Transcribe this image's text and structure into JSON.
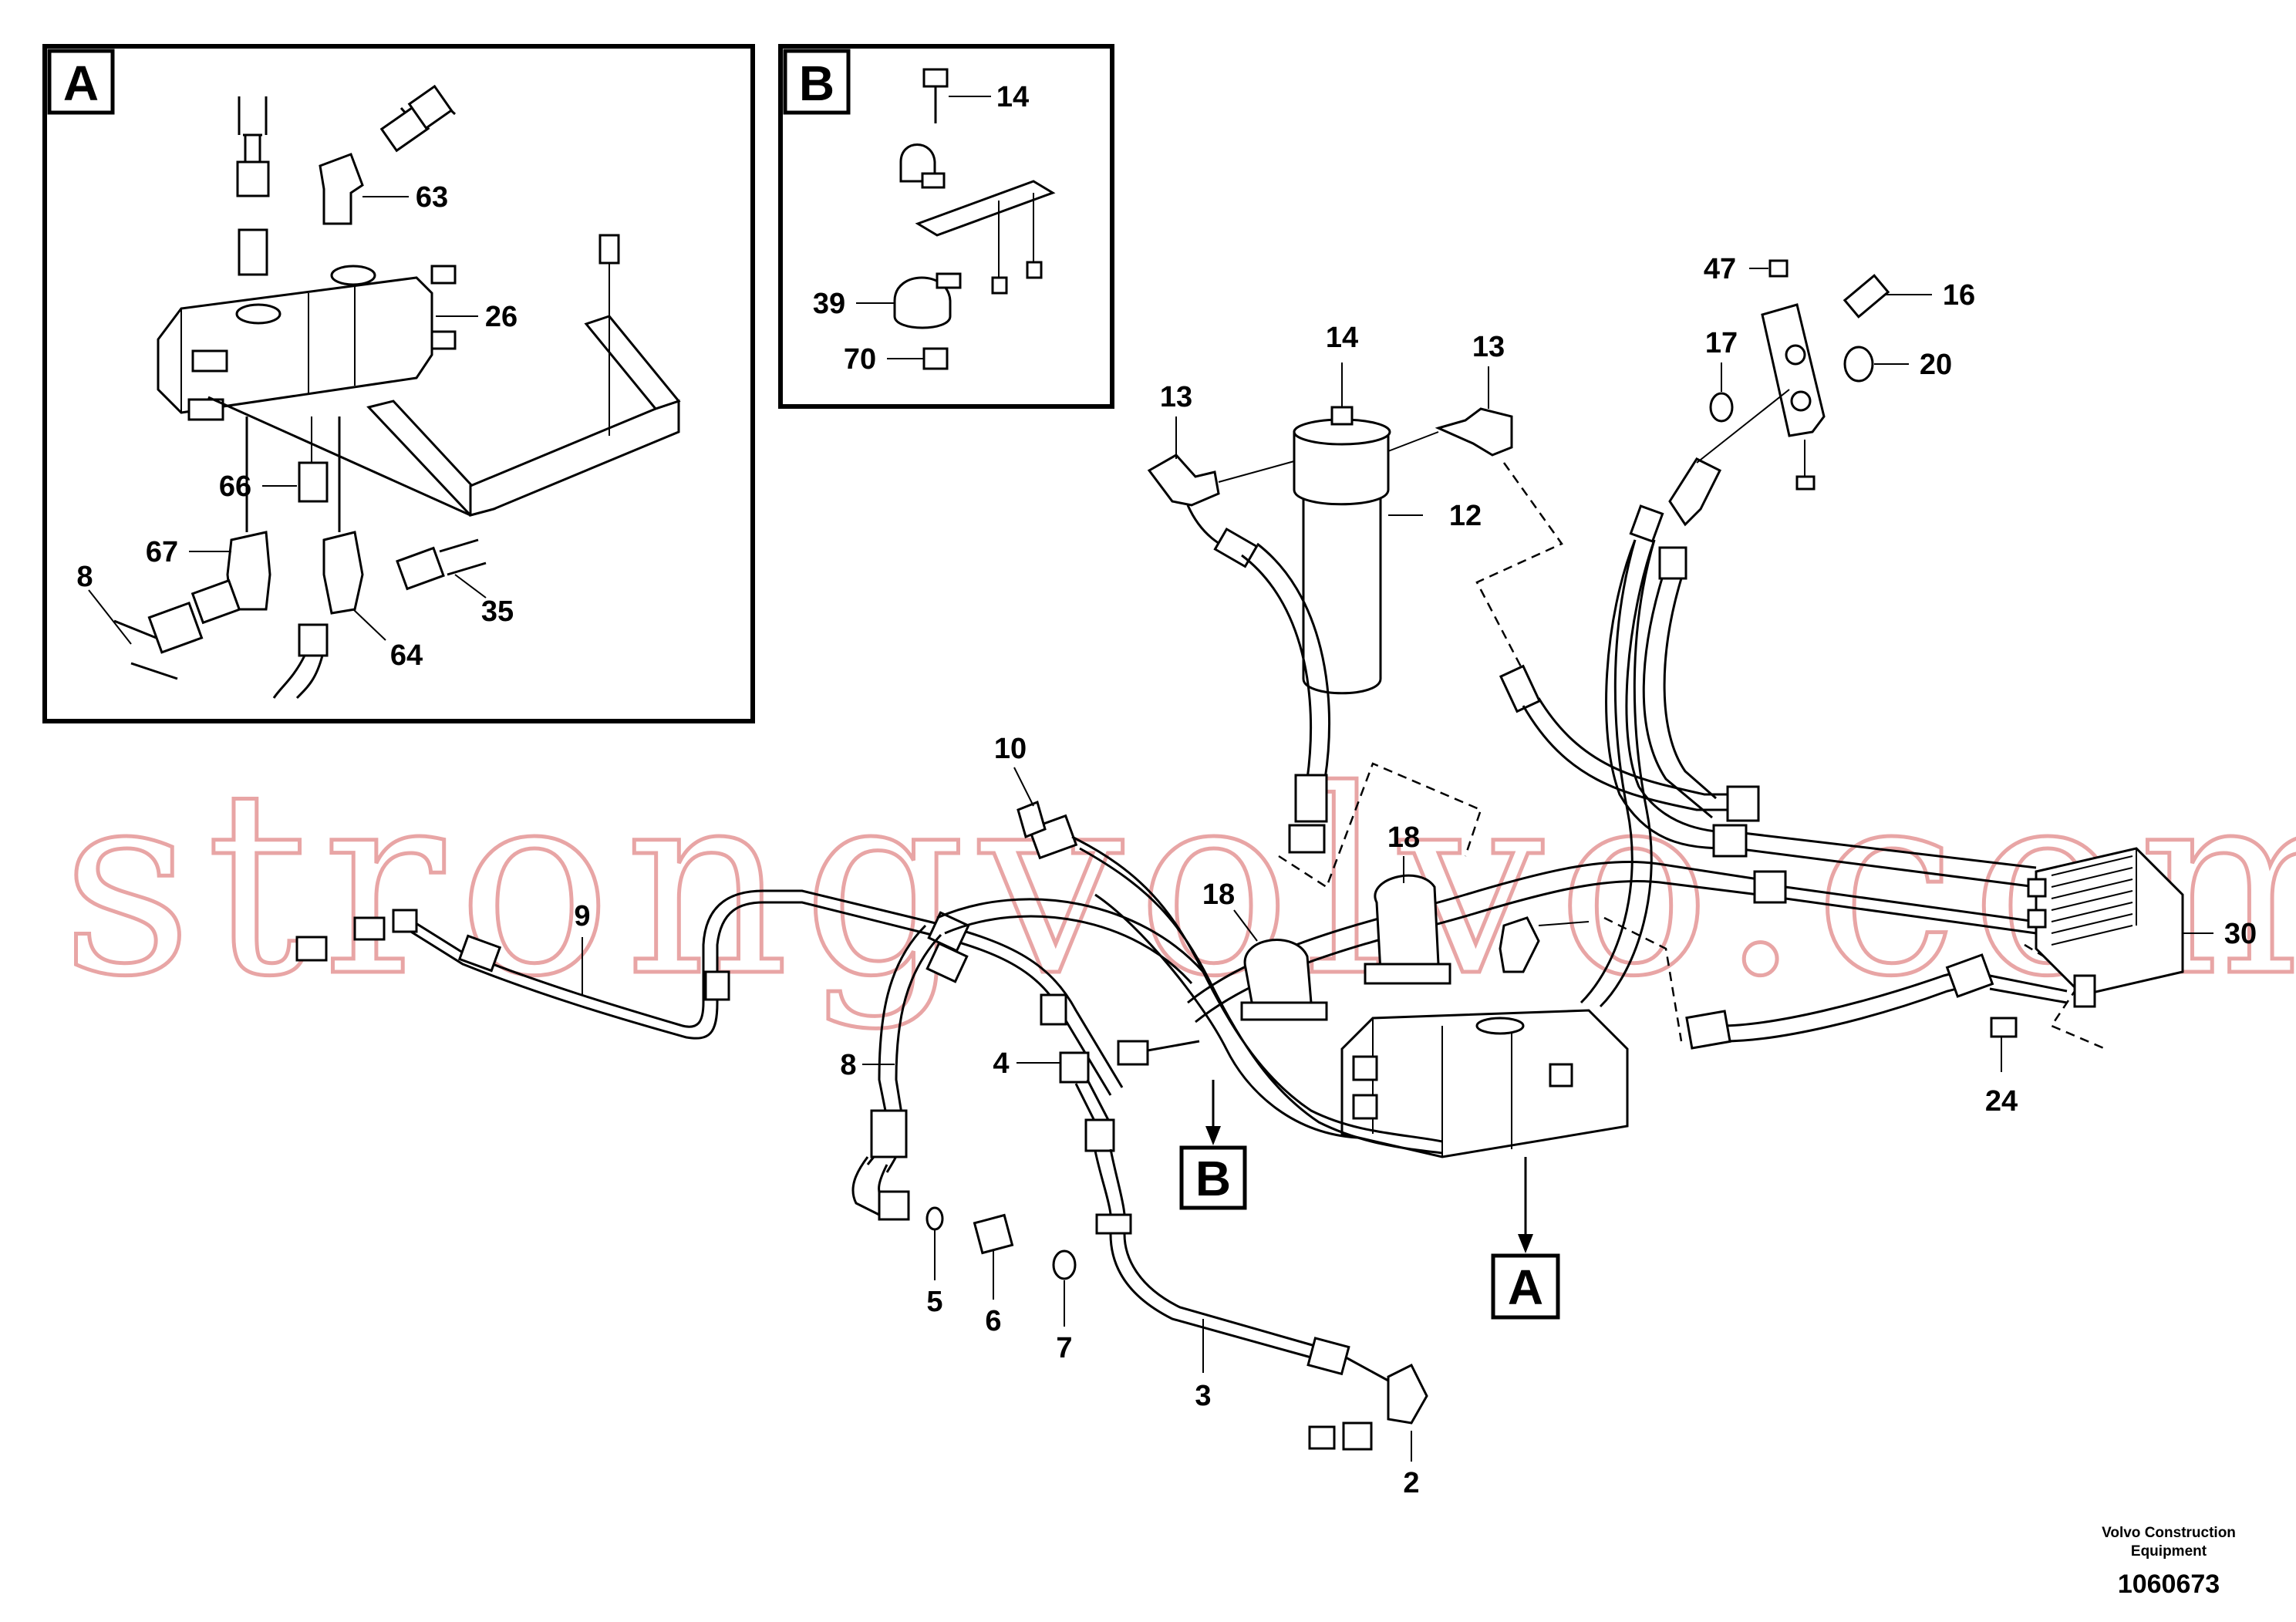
{
  "watermark": "strongvolvo.com",
  "detail_boxes": {
    "a": {
      "letter": "A"
    },
    "b": {
      "letter": "B"
    }
  },
  "callouts": {
    "a": {
      "letter": "A"
    },
    "b": {
      "letter": "B"
    }
  },
  "labels": {
    "l63": "63",
    "l26": "26",
    "l66": "66",
    "l67": "67",
    "l8a": "8",
    "l64": "64",
    "l35": "35",
    "l14b": "14",
    "l39": "39",
    "l70": "70",
    "l14": "14",
    "l13a": "13",
    "l13b": "13",
    "l12": "12",
    "l47": "47",
    "l16": "16",
    "l17": "17",
    "l20": "20",
    "l10": "10",
    "l18a": "18",
    "l18b": "18",
    "l9": "9",
    "l8": "8",
    "l4": "4",
    "l30": "30",
    "l24": "24",
    "l5": "5",
    "l6": "6",
    "l7": "7",
    "l3": "3",
    "l2": "2"
  },
  "footer": {
    "company_line1": "Volvo Construction",
    "company_line2": "Equipment",
    "drawing_number": "1060673"
  }
}
